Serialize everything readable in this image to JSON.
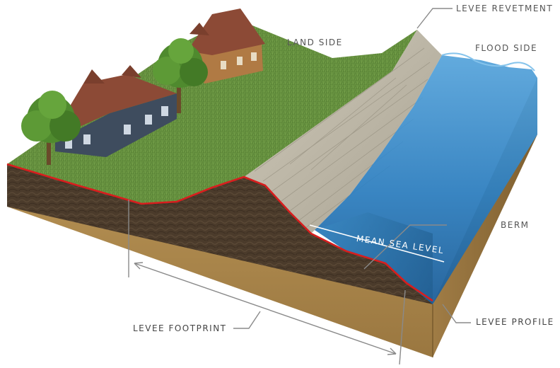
{
  "labels": {
    "levee_revetment": "LEVEE REVETMENT",
    "land_side": "LAND SIDE",
    "flood_side": "FLOOD SIDE",
    "berm": "BERM",
    "mean_sea_level": "MEAN SEA LEVEL",
    "levee_footprint": "LEVEE FOOTPRINT",
    "levee_profile": "LEVEE PROFILE"
  },
  "colors": {
    "grass": "#5f8a3a",
    "soil_cut": "#4a3a2a",
    "block_side": "#a8844a",
    "water": "#2f7fbf",
    "revetment": "#b9b3a3",
    "profile_line": "#d81e1e",
    "callout_line": "#8a8a8a",
    "roof": "#8c4a36",
    "house_wall": "#3c4a5c"
  }
}
